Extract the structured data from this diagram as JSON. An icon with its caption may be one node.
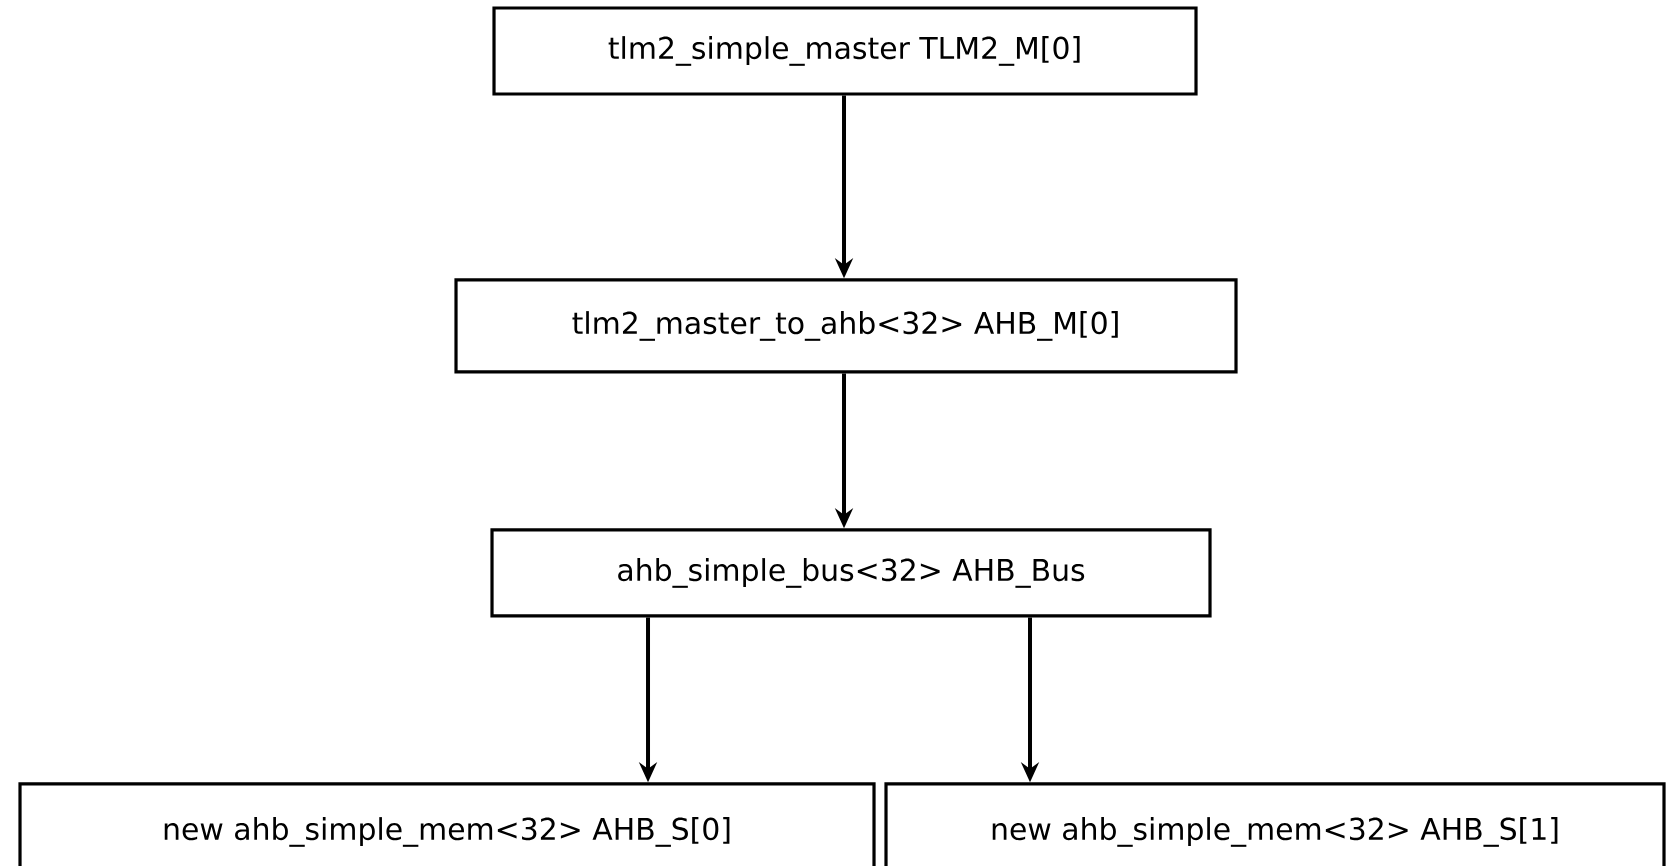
{
  "diagram": {
    "nodes": [
      {
        "text": [
          "tlm2_simple_master TLM2_M[0]"
        ]
      },
      {
        "text": [
          "tlm2_master_to_ahb<32> AHB_M[0]"
        ]
      },
      {
        "text": [
          "ahb_simple_bus<32> AHB_Bus"
        ]
      },
      {
        "text": [
          "new ahb_simple_mem<32> AHB_S[0]"
        ]
      },
      {
        "text": [
          "new ahb_simple_mem<32> AHB_S[1]"
        ]
      }
    ],
    "edges": [
      {
        "from": 0,
        "to": 1,
        "arrow": "to"
      },
      {
        "from": 1,
        "to": 2,
        "arrow": "to"
      },
      {
        "from": 2,
        "to": 3,
        "arrow": "to"
      },
      {
        "from": 2,
        "to": 4,
        "arrow": "to"
      }
    ]
  }
}
